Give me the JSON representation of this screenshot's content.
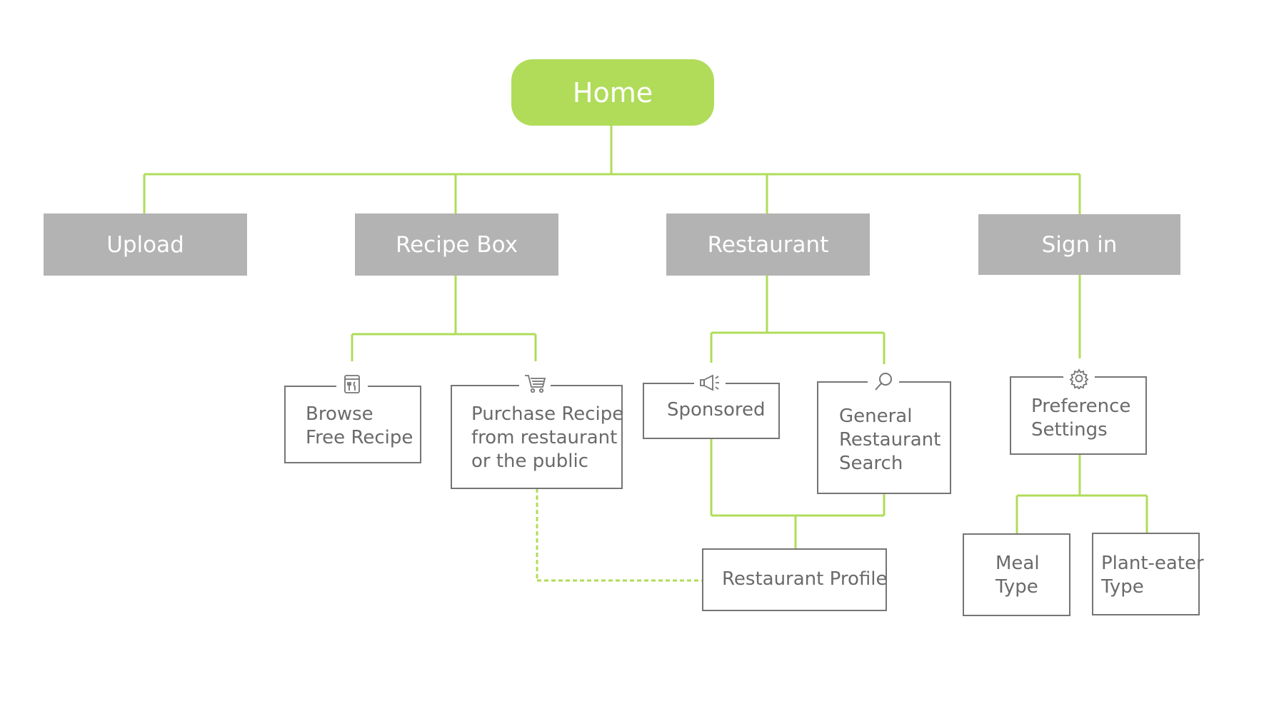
{
  "root": {
    "label": "Home"
  },
  "level1": [
    {
      "id": "upload",
      "label": "Upload"
    },
    {
      "id": "recipe-box",
      "label": "Recipe Box"
    },
    {
      "id": "restaurant",
      "label": "Restaurant"
    },
    {
      "id": "sign-in",
      "label": "Sign in"
    }
  ],
  "recipe_box_children": {
    "browse": {
      "lines": [
        "Browse",
        "Free Recipe"
      ],
      "icon": "fork-knife-icon"
    },
    "purchase": {
      "lines": [
        "Purchase Recipe",
        "from restaurant",
        "or the public"
      ],
      "icon": "shopping-cart-icon"
    }
  },
  "restaurant_children": {
    "sponsored": {
      "lines": [
        "Sponsored"
      ],
      "icon": "megaphone-icon"
    },
    "search": {
      "lines": [
        "General",
        "Restaurant",
        "Search"
      ],
      "icon": "magnifier-icon"
    },
    "profile": {
      "lines": [
        "Restaurant Profile"
      ]
    }
  },
  "sign_in_children": {
    "preferences": {
      "lines": [
        "Preference",
        "Settings"
      ],
      "icon": "gear-icon"
    },
    "meal_type": {
      "lines": [
        "Meal",
        "Type"
      ]
    },
    "plant_eater_type": {
      "lines": [
        "Plant-eater",
        "Type"
      ]
    }
  },
  "colors": {
    "accent": "#b0dc5a",
    "gray_box": "#b3b3b3",
    "border": "#757575",
    "text": "#6a6a6a"
  }
}
